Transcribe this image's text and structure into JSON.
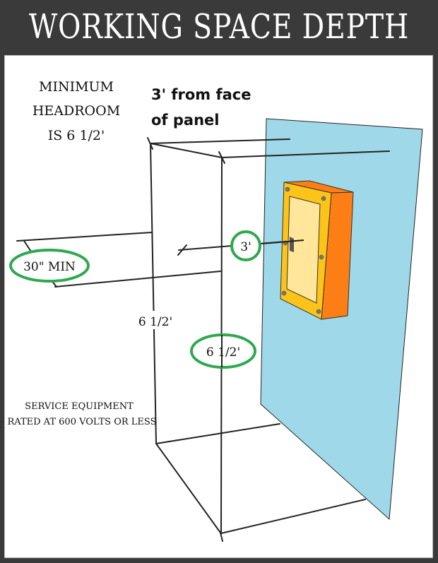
{
  "title": "WORKING SPACE DEPTH",
  "labels": {
    "headroom": [
      "MINIMUM",
      "HEADROOM",
      "IS 6 1/2'"
    ],
    "from_face": [
      "3' from face",
      "of panel"
    ],
    "width_min": "30\" MIN",
    "depth": "3'",
    "height_back": "6 1/2'",
    "height_front": "6 1/2'",
    "service": [
      "SERVICE EQUIPMENT",
      "RATED AT 600 VOLTS OR LESS"
    ]
  },
  "colors": {
    "frame": "#3a3a3a",
    "wall": "#9fd9e9",
    "panel_face": "#fcc419",
    "panel_door": "#ffe69a",
    "panel_side": "#fd7e14",
    "highlight_circle": "#2fa84f",
    "line": "#222222"
  }
}
